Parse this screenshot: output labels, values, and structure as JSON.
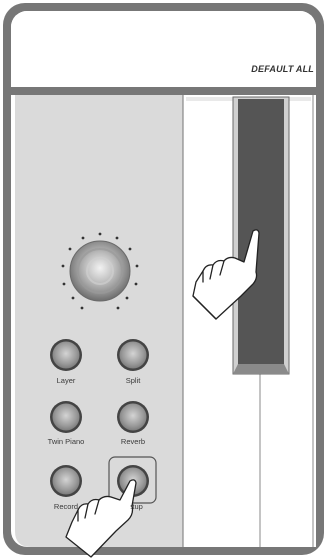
{
  "header": {
    "mode_label": "DEFAULT ALL"
  },
  "panel": {
    "buttons": [
      {
        "label": "Layer"
      },
      {
        "label": "Split"
      },
      {
        "label": "Twin Piano"
      },
      {
        "label": "Reverb"
      },
      {
        "label": "Record"
      },
      {
        "label": "Setup"
      }
    ]
  },
  "colors": {
    "frame": "#7a7a7a",
    "panel": "#d9d9d9",
    "black_key": "#555555"
  }
}
